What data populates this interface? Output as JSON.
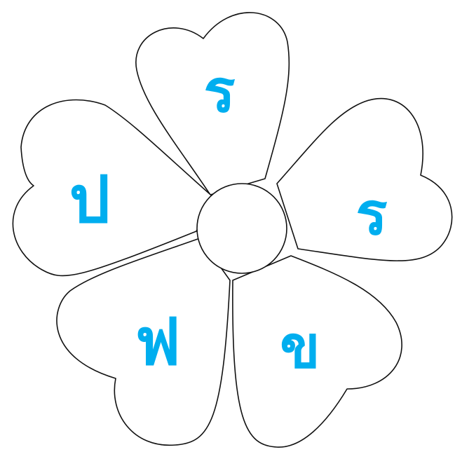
{
  "colors": {
    "letter": "#00aeef",
    "outline": "#111111",
    "fill": "#ffffff"
  },
  "petals": [
    {
      "letter": "ร"
    },
    {
      "letter": "ร"
    },
    {
      "letter": "ข"
    },
    {
      "letter": "ฟ"
    },
    {
      "letter": "ป"
    }
  ]
}
